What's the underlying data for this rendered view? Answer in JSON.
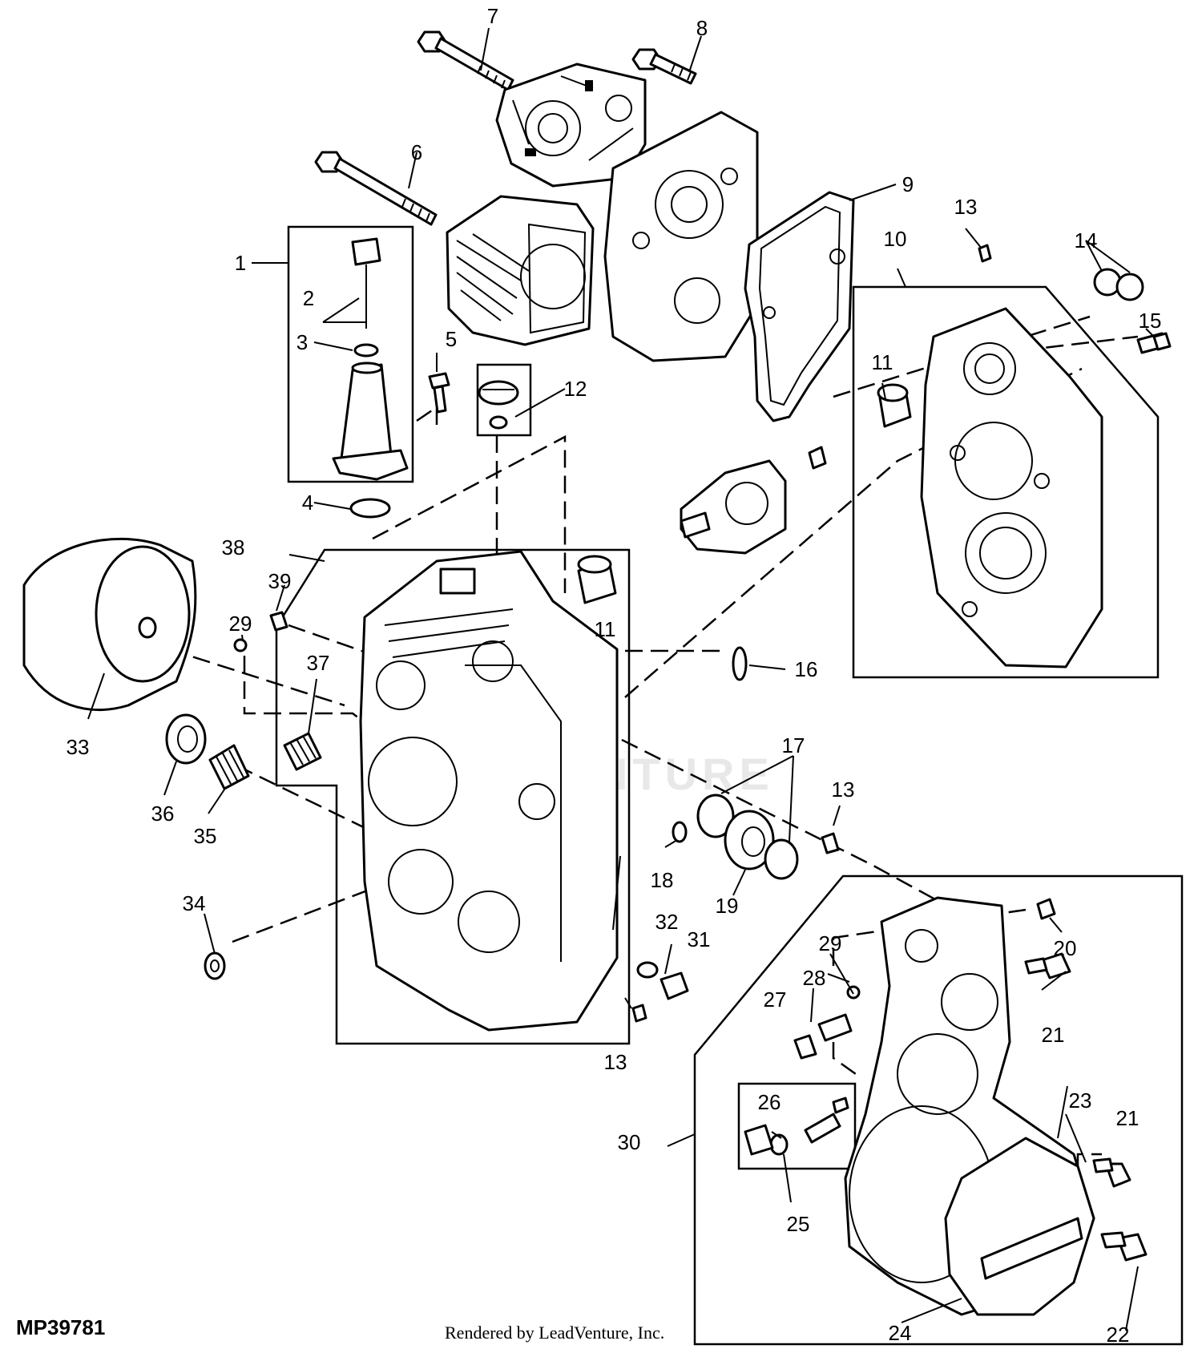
{
  "diagram": {
    "reference_code": "MP39781",
    "credit": "Rendered by LeadVenture, Inc.",
    "callouts": [
      "1",
      "2",
      "3",
      "4",
      "5",
      "6",
      "7",
      "8",
      "9",
      "10",
      "11",
      "12",
      "13",
      "14",
      "15",
      "16",
      "17",
      "18",
      "19",
      "20",
      "21",
      "22",
      "23",
      "24",
      "25",
      "26",
      "27",
      "28",
      "29",
      "30",
      "31",
      "32",
      "33",
      "34",
      "35",
      "36",
      "37",
      "38",
      "39"
    ],
    "labels": {
      "c1": "1",
      "c2": "2",
      "c3": "3",
      "c4": "4",
      "c5": "5",
      "c6": "6",
      "c7": "7",
      "c8": "8",
      "c9": "9",
      "c10": "10",
      "c11a": "11",
      "c11b": "11",
      "c12": "12",
      "c13a": "13",
      "c13b": "13",
      "c13c": "13",
      "c14": "14",
      "c15": "15",
      "c16": "16",
      "c17": "17",
      "c18": "18",
      "c19": "19",
      "c20": "20",
      "c21a": "21",
      "c21b": "21",
      "c22": "22",
      "c23": "23",
      "c24": "24",
      "c25": "25",
      "c26": "26",
      "c27": "27",
      "c28": "28",
      "c29a": "29",
      "c29b": "29",
      "c30": "30",
      "c31": "31",
      "c32": "32",
      "c33": "33",
      "c34": "34",
      "c35": "35",
      "c36": "36",
      "c37": "37",
      "c38": "38",
      "c39": "39"
    }
  }
}
